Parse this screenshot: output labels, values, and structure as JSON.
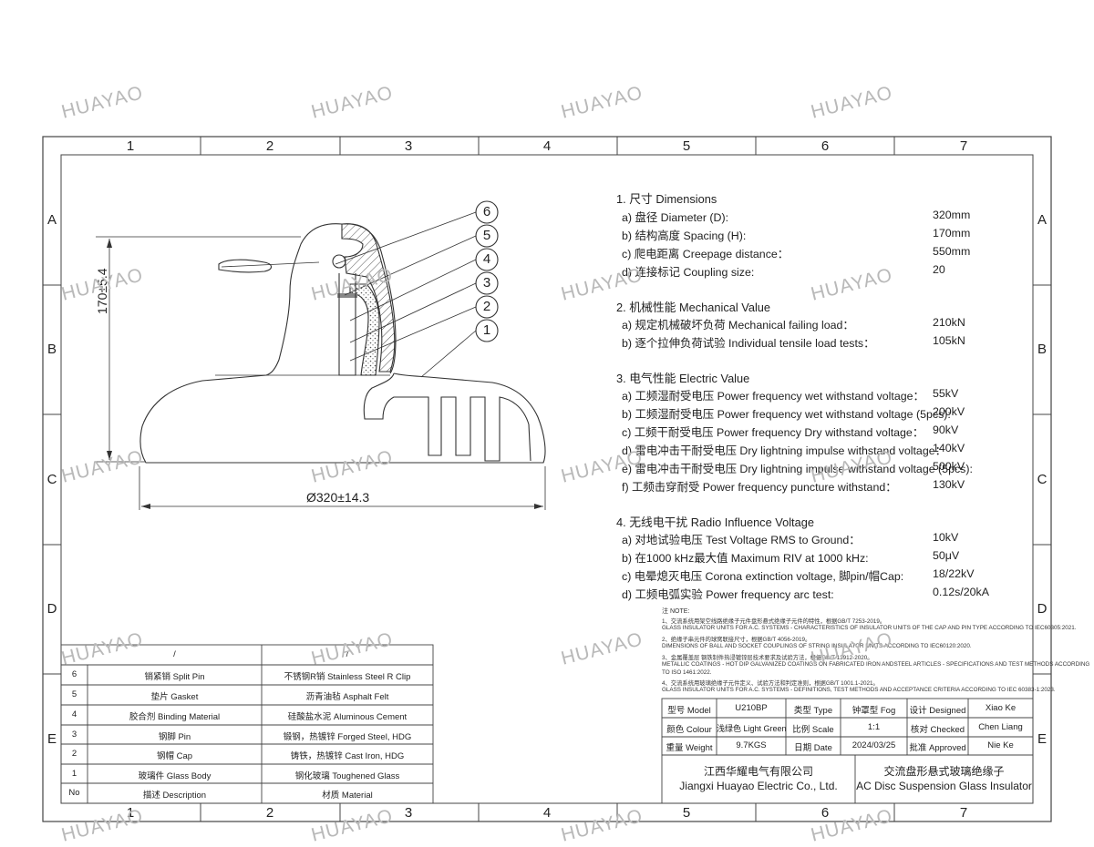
{
  "watermark": "HUAYAO",
  "grid": {
    "columns": [
      "1",
      "2",
      "3",
      "4",
      "5",
      "6",
      "7"
    ],
    "rows": [
      "A",
      "B",
      "C",
      "D",
      "E"
    ]
  },
  "drawing": {
    "spacing_dim": "170±5.4",
    "diameter_dim": "Ø320±14.3",
    "callouts": [
      "6",
      "5",
      "4",
      "3",
      "2",
      "1"
    ]
  },
  "specs": {
    "dimensions": {
      "title": "1. 尺寸 Dimensions",
      "items": [
        {
          "label": "a) 盘径 Diameter (D):",
          "value": "320mm"
        },
        {
          "label": "b) 结构高度 Spacing (H):",
          "value": "170mm"
        },
        {
          "label": "c) 爬电距离 Creepage distance：",
          "value": "550mm"
        },
        {
          "label": "d) 连接标记 Coupling size:",
          "value": "20"
        }
      ]
    },
    "mechanical": {
      "title": "2. 机械性能 Mechanical Value",
      "items": [
        {
          "label": "a) 规定机械破坏负荷 Mechanical failing load：",
          "value": "210kN"
        },
        {
          "label": "b) 逐个拉伸负荷试验 Individual tensile load tests：",
          "value": "105kN"
        }
      ]
    },
    "electric": {
      "title": "3. 电气性能 Electric Value",
      "items": [
        {
          "label": "a) 工频湿耐受电压 Power frequency wet withstand voltage：",
          "value": "55kV"
        },
        {
          "label": "b) 工频湿耐受电压 Power frequency wet withstand voltage (5pcs):",
          "value": "200kV"
        },
        {
          "label": "c) 工频干耐受电压 Power frequency Dry withstand voltage：",
          "value": "90kV"
        },
        {
          "label": "d) 雷电冲击干耐受电压 Dry lightning impulse withstand voltage：",
          "value": "140kV"
        },
        {
          "label": "e) 雷电冲击干耐受电压 Dry lightning impulse withstand voltage (5pcs):",
          "value": "500kV"
        },
        {
          "label": "f) 工频击穿耐受 Power frequency puncture withstand：",
          "value": "130kV"
        }
      ]
    },
    "riv": {
      "title": "4. 无线电干扰 Radio Influence Voltage",
      "items": [
        {
          "label": "a) 对地试验电压 Test Voltage RMS to Ground：",
          "value": "10kV"
        },
        {
          "label": "b) 在1000 kHz最大值 Maximum RIV at 1000 kHz:",
          "value": "50μV"
        },
        {
          "label": "c) 电晕熄灭电压 Corona extinction voltage, 脚pin/帽Cap:",
          "value": "18/22kV"
        },
        {
          "label": "d) 工频电弧实验 Power frequency arc test:",
          "value": "0.12s/20kA"
        }
      ]
    }
  },
  "notes": {
    "title": "注 NOTE:",
    "lines": [
      "1、交流系统用架空线路绝缘子元件盘形悬式绝缘子元件的特性，根据GB/T 7253-2019。",
      "GLASS INSULATOR UNITS FOR A.C. SYSTEMS - CHARACTERISTICS OF INSULATOR UNITS OF THE CAP AND PIN TYPE ACCORDING TO IEC60305:2021.",
      "2、绝缘子串元件的球窝联接尺寸，根据GB/T 4056-2019。",
      "DIMENSIONS OF BALL AND SOCKET COUPLINGS OF STRING INSULATOR UNITS ACCORDING TO IEC60120:2020.",
      "3、金属覆盖层 钢铁制件热浸镀锌层技术要求及试验方法，根据GB/T 13912-2020。",
      "METALLIC COATINGS - HOT DIP GALVANIZED COATINGS ON FABRICATED IRON ANDSTEEL ARTICLES - SPECIFICATIONS AND TEST METHODS ACCORDING",
      "TO ISO 1461:2022.",
      "4、交流系统用玻璃绝缘子元件定义、试验方法和判定准则，根据GB/T 1001.1-2021。",
      "GLASS INSULATOR UNITS FOR A.C. SYSTEMS - DEFINITIONS, TEST METHODS AND ACCEPTANCE CRITERIA ACCORDING TO IEC 60383-1:2023."
    ]
  },
  "bom": {
    "placeholder": "/",
    "headers": {
      "no": "No",
      "description": "描述 Description",
      "material": "材质 Material"
    },
    "rows": [
      {
        "no": "6",
        "description": "销紧销 Split Pin",
        "material": "不锈钢R销 Stainless Steel R Clip"
      },
      {
        "no": "5",
        "description": "垫片 Gasket",
        "material": "沥青油毡 Asphalt Felt"
      },
      {
        "no": "4",
        "description": "胶合剂 Binding Material",
        "material": "硅酸盐水泥 Aluminous Cement"
      },
      {
        "no": "3",
        "description": "钢脚 Pin",
        "material": "锻钢，热镀锌 Forged Steel, HDG"
      },
      {
        "no": "2",
        "description": "钢帽 Cap",
        "material": "铸铁，热镀锌 Cast Iron, HDG"
      },
      {
        "no": "1",
        "description": "玻璃件 Glass Body",
        "material": "钢化玻璃 Toughened Glass"
      }
    ]
  },
  "title_block": {
    "model_label": "型号 Model",
    "model_value": "U210BP",
    "type_label": "类型 Type",
    "type_value": "钟罩型 Fog",
    "designed_label": "设计 Designed",
    "designed_value": "Xiao Ke",
    "colour_label": "颜色 Colour",
    "colour_value": "浅绿色 Light Green",
    "scale_label": "比例 Scale",
    "scale_value": "1:1",
    "checked_label": "核对 Checked",
    "checked_value": "Chen Liang",
    "weight_label": "重量 Weight",
    "weight_value": "9.7KGS",
    "date_label": "日期 Date",
    "date_value": "2024/03/25",
    "approved_label": "批准 Approved",
    "approved_value": "Nie Ke",
    "company_cn": "江西华耀电气有限公司",
    "company_en": "Jiangxi Huayao Electric Co., Ltd.",
    "product_cn": "交流盘形悬式玻璃绝缘子",
    "product_en": "AC Disc Suspension Glass Insulator"
  }
}
